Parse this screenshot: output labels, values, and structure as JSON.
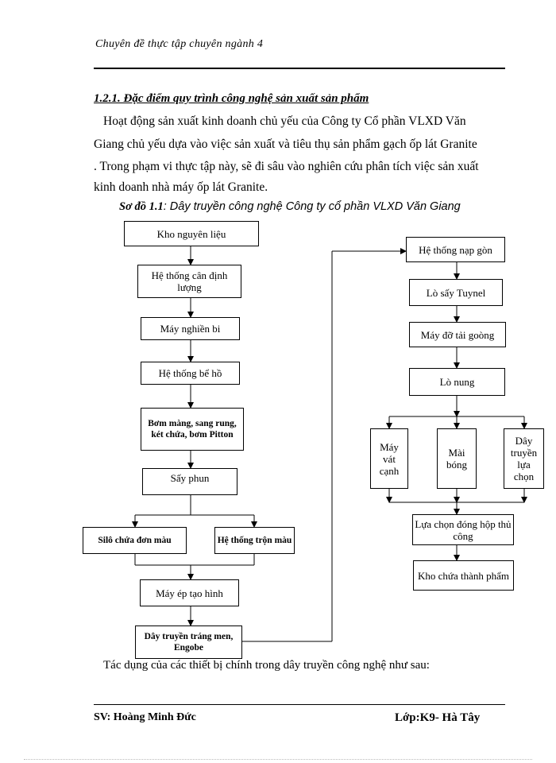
{
  "header": {
    "text": "Chuyên đề thực tập chuyên ngành   4"
  },
  "section": {
    "heading": "1.2.1. Đặc điểm quy trình công nghệ sản xuất sản phẩm"
  },
  "paragraph": {
    "lines": [
      "Hoạt động sản xuất kinh doanh chủ yếu của Công ty Cổ phần VLXD Văn",
      "Giang chủ yếu dựa vào việc sản xuất và tiêu thụ sản phẩm gạch ốp lát Granite",
      ". Trong phạm vi thực tập này, sẽ đi sâu vào nghiên cứu phân tích việc sản xuất",
      "kinh doanh nhà máy ốp lát Granite."
    ]
  },
  "caption": {
    "label": "Sơ đồ 1.1",
    "text": ": Dây truyền công nghệ Công ty cổ phần VLXD Văn Giang"
  },
  "diagram": {
    "kho_nguyen_lieu": "Kho nguyên liệu",
    "he_thong_can": "Hệ thống cân định lượng",
    "may_nghien_bi": "Máy nghiền bi",
    "he_thong_be_ho": "Hệ thống bể hồ",
    "bom_mang": "Bơm màng, sang rung, két chứa, bơm Pitton",
    "say_phun": "Sấy phun",
    "silo": "Silô chứa đơn màu",
    "he_thong_tron": "Hệ thống trộn màu",
    "may_ep": "Máy ép tạo hình",
    "day_truyen_trang_men": "Dây truyền tráng men, Engobe",
    "he_thong_nap_gon": "Hệ thống nạp gòn",
    "lo_say": "Lò sấy Tuynel",
    "may_do_tai": "Máy đỡ tải goòng",
    "lo_nung": "Lò nung",
    "may_vat_canh": "Máy vát cạnh",
    "mai_bong": "Mài bóng",
    "day_truyen_lua_chon": "Dây truyền lựa chọn",
    "lua_chon_dong_hop": "Lựa chọn đóng hộp thủ công",
    "kho_thanh_pham": "Kho chứa thành phẩm"
  },
  "outro": {
    "text": "Tác dụng của các thiết bị chính trong dây truyền công nghệ như sau:"
  },
  "footer": {
    "left": "SV: Hoàng Minh Đức",
    "right": "Lớp:K9- Hà Tây"
  }
}
